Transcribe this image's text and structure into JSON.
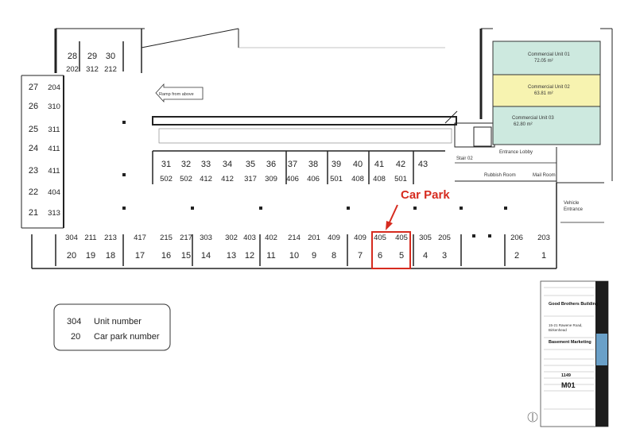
{
  "left_block": [
    {
      "car": "27",
      "unit": "204"
    },
    {
      "car": "26",
      "unit": "310"
    },
    {
      "car": "25",
      "unit": "311"
    },
    {
      "car": "24",
      "unit": "411"
    },
    {
      "car": "23",
      "unit": "411"
    },
    {
      "car": "22",
      "unit": "404"
    },
    {
      "car": "21",
      "unit": "313"
    }
  ],
  "top_left_block": [
    {
      "car": "28",
      "unit": "202"
    },
    {
      "car": "29",
      "unit": "312"
    },
    {
      "car": "30",
      "unit": "212"
    }
  ],
  "middle_row": [
    {
      "car": "31",
      "unit": "502"
    },
    {
      "car": "32",
      "unit": "502"
    },
    {
      "car": "33",
      "unit": "412"
    },
    {
      "car": "34",
      "unit": "412"
    },
    {
      "car": "35",
      "unit": "317"
    },
    {
      "car": "36",
      "unit": "309"
    },
    {
      "car": "37",
      "unit": "406"
    },
    {
      "car": "38",
      "unit": "406"
    },
    {
      "car": "39",
      "unit": "501"
    },
    {
      "car": "40",
      "unit": "408"
    },
    {
      "car": "41",
      "unit": "408"
    },
    {
      "car": "42",
      "unit": "501"
    },
    {
      "car": "43",
      "unit": ""
    }
  ],
  "bottom_row": [
    {
      "car": "20",
      "unit": "304"
    },
    {
      "car": "19",
      "unit": "211"
    },
    {
      "car": "18",
      "unit": "213"
    },
    {
      "car": "17",
      "unit": "417"
    },
    {
      "car": "16",
      "unit": "215"
    },
    {
      "car": "15",
      "unit": "217"
    },
    {
      "car": "14",
      "unit": "303"
    },
    {
      "car": "13",
      "unit": "302"
    },
    {
      "car": "12",
      "unit": "403"
    },
    {
      "car": "11",
      "unit": "402"
    },
    {
      "car": "10",
      "unit": "214"
    },
    {
      "car": "9",
      "unit": "201"
    },
    {
      "car": "8",
      "unit": "409"
    },
    {
      "car": "7",
      "unit": "409"
    },
    {
      "car": "6",
      "unit": "405"
    },
    {
      "car": "5",
      "unit": "405"
    },
    {
      "car": "4",
      "unit": "305"
    },
    {
      "car": "3",
      "unit": "205"
    },
    {
      "car": "2",
      "unit": "206"
    },
    {
      "car": "1",
      "unit": "203"
    }
  ],
  "highlight": {
    "label": "Car Park",
    "color": "#d62b1f"
  },
  "labels": {
    "ramp": "Ramp from above",
    "stair": "Stair 02",
    "entrance_lobby": "Entrance Lobby",
    "rubbish_room": "Rubbish Room",
    "mail_room": "Mail Room",
    "vehicle_entrance_1": "Vehicle",
    "vehicle_entrance_2": "Entrance"
  },
  "commercial_units": [
    {
      "name": "Commercial Unit 01",
      "area": "72.05 m²",
      "color": "#cde9df"
    },
    {
      "name": "Commercial Unit 02",
      "area": "63.81 m²",
      "color": "#f7f3b0"
    },
    {
      "name": "Commercial Unit 03",
      "area": "62.80 m²",
      "color": "#cde9df"
    }
  ],
  "legend": {
    "unit_sample": "304",
    "unit_text": "Unit number",
    "car_sample": "20",
    "car_text": "Car park number"
  },
  "title_block": {
    "project": "Good Brothers Building",
    "address_1": "15-21 Rawene Road,",
    "address_2": "Birkenhead",
    "title": "Basement Marketing",
    "job_no": "1149",
    "sheet": "M01"
  }
}
